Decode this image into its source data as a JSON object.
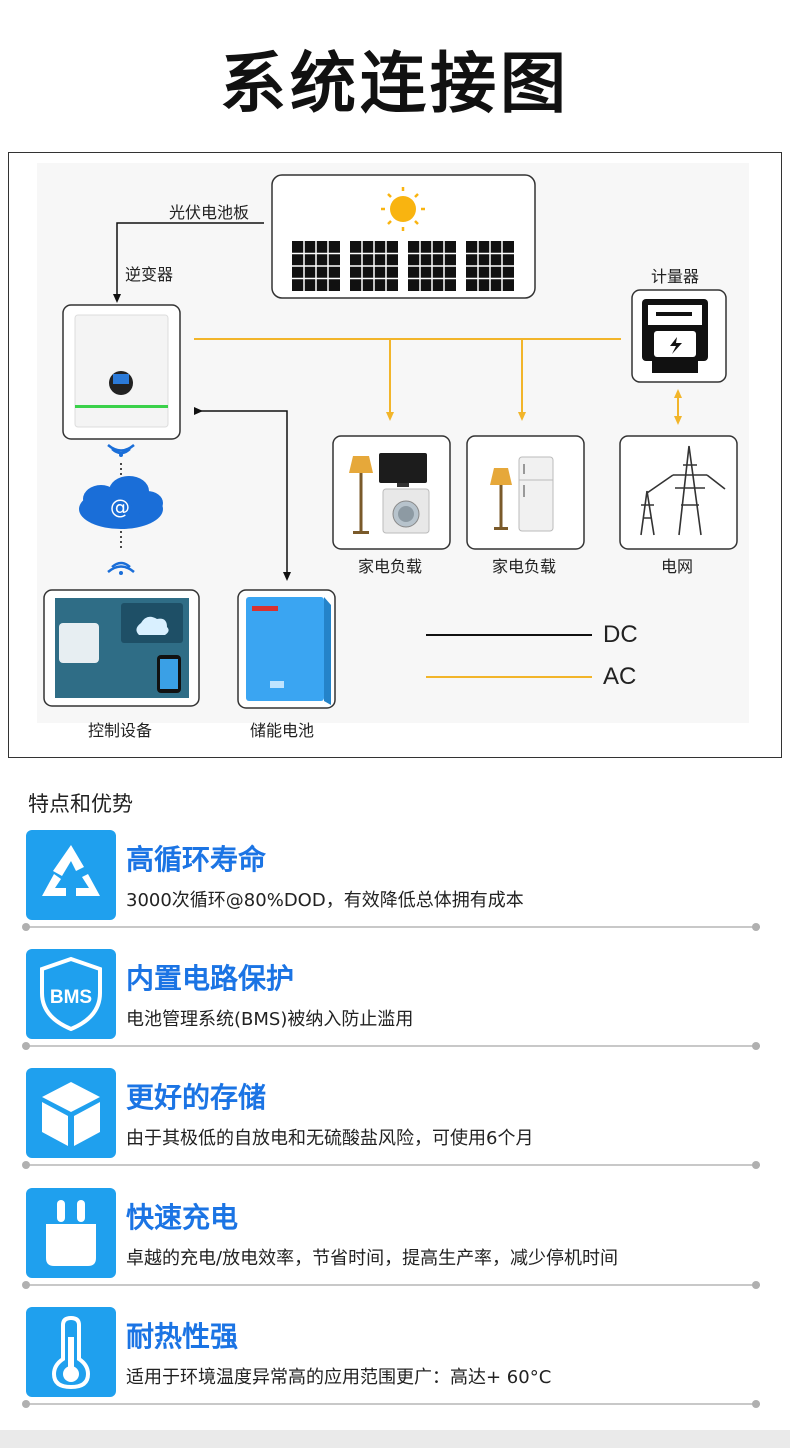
{
  "title": "系统连接图",
  "diagram": {
    "labels": {
      "solar_panel": "光伏电池板",
      "inverter": "逆变器",
      "meter": "计量器",
      "load_1": "家电负载",
      "load_2": "家电负载",
      "grid": "电网",
      "control_device": "控制设备",
      "storage_battery": "储能电池",
      "cloud_symbol": "@"
    },
    "legend": [
      {
        "label": "DC",
        "color": "#111111"
      },
      {
        "label": "AC",
        "color": "#f2b52a"
      }
    ]
  },
  "features": {
    "heading": "特点和优势",
    "items": [
      {
        "icon": "recycle-icon",
        "title": "高循环寿命",
        "desc": "3000次循环@80%DOD，有效降低总体拥有成本"
      },
      {
        "icon": "bms-shield-icon",
        "title": "内置电路保护",
        "desc": "电池管理系统(BMS)被纳入防止滥用"
      },
      {
        "icon": "box-icon",
        "title": "更好的存储",
        "desc": "由于其极低的自放电和无硫酸盐风险，可使用6个月"
      },
      {
        "icon": "plug-icon",
        "title": "快速充电",
        "desc": "卓越的充电/放电效率，节省时间，提高生产率，减少停机时间"
      },
      {
        "icon": "thermometer-icon",
        "title": "耐热性强",
        "desc": "适用于环境温度异常高的应用范围更广：高达+ 60°C"
      }
    ]
  },
  "colors": {
    "accent_blue": "#1b74e4",
    "icon_bg": "#1fa0ee",
    "ac_line": "#f2b52a",
    "dc_line": "#111111"
  }
}
